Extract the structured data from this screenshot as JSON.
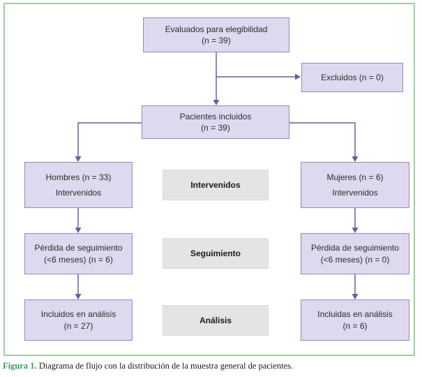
{
  "diagram": {
    "boxes": {
      "eligibility": {
        "line1": "Evaluados para elegibilidad",
        "line2": "(n = 39)"
      },
      "excluded": {
        "label": "Excluidos (n = 0)"
      },
      "included": {
        "line1": "Pacientes incluidos",
        "line2": "(n = 39)"
      },
      "men": {
        "line1": "Hombres (n = 33)",
        "line2": "Intervenidos"
      },
      "men_followup": {
        "line1": "Pérdida de seguimiento",
        "line2": "(<6 meses) (n = 6)"
      },
      "men_analysis": {
        "line1": "Incluidos en análisis",
        "line2": "(n = 27)"
      },
      "women": {
        "line1": "Mujeres (n = 6)",
        "line2": "Intervenidos"
      },
      "women_followup": {
        "line1": "Pérdida de seguimiento",
        "line2": "(<6 meses) (n = 0)"
      },
      "women_analysis": {
        "line1": "Incluidas en análisis",
        "line2": "(n = 6)"
      },
      "stage_intervened": {
        "label": "Intervenidos"
      },
      "stage_followup": {
        "label": "Seguimiento"
      },
      "stage_analysis": {
        "label": "Análisis"
      }
    },
    "colors": {
      "box_fill": "#ded9ef",
      "box_border": "#9289ba",
      "stage_fill": "#e4e4e4",
      "arrow": "#6a5f9b",
      "frame_border": "#a7c9a7",
      "caption_label_green": "#3d9e54"
    },
    "caption": {
      "label": "Figura 1.",
      "text": " Diagrama de flujo con la distribución de la muestra general de pacientes."
    }
  }
}
